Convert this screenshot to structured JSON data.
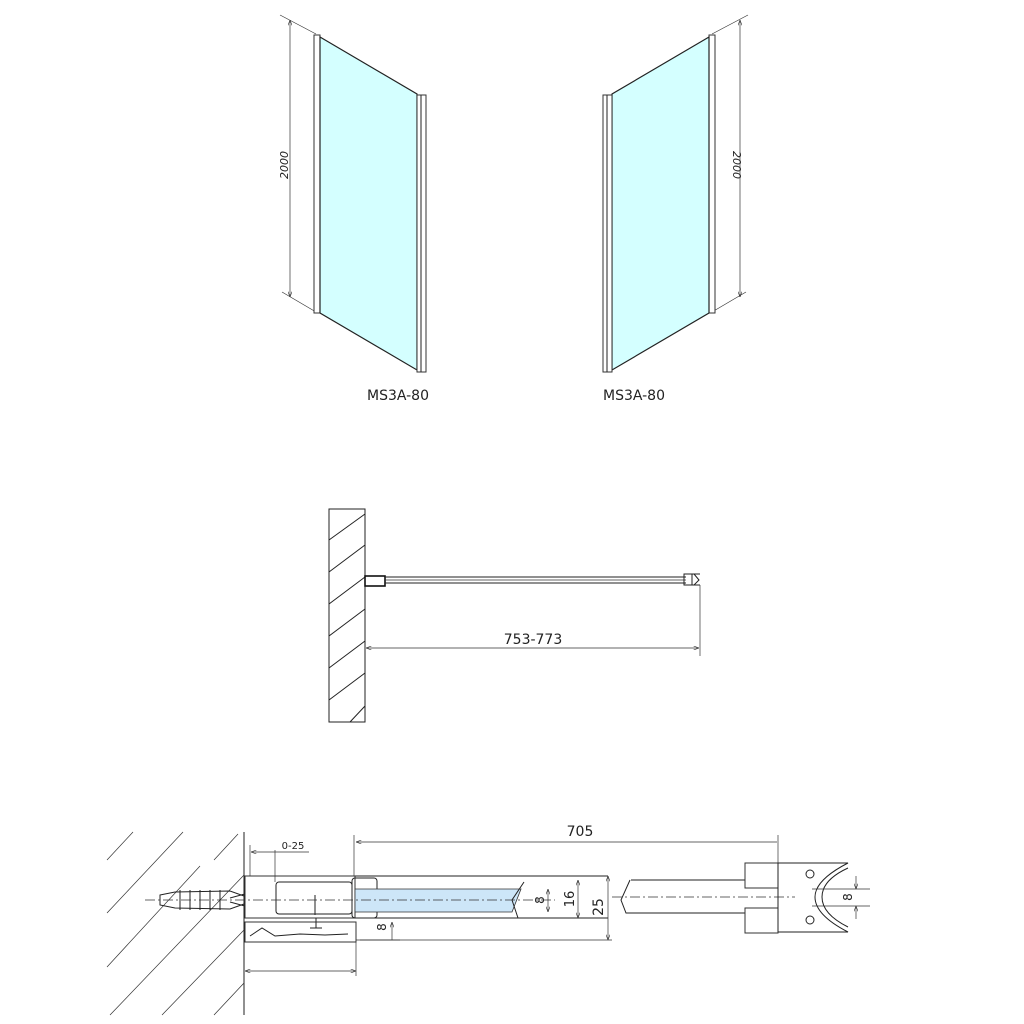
{
  "elevation_views": {
    "left_panel": {
      "label": "MS3A-80",
      "height_dim": "2000"
    },
    "right_panel": {
      "label": "MS3A-80",
      "height_dim": "2000"
    }
  },
  "plan_view": {
    "width_dim": "753-773"
  },
  "detail_view": {
    "length_dim": "705",
    "adjust_dim": "0-25",
    "glass_thickness_dim": "8",
    "channel_inner_dim": "16",
    "profile_depth_dim": "25",
    "bottom_offset_dim": "8",
    "end_glass_dim": "8"
  },
  "colors": {
    "glass": "#d4ffff",
    "glass_section": "#cde6f8",
    "line": "#222222"
  }
}
